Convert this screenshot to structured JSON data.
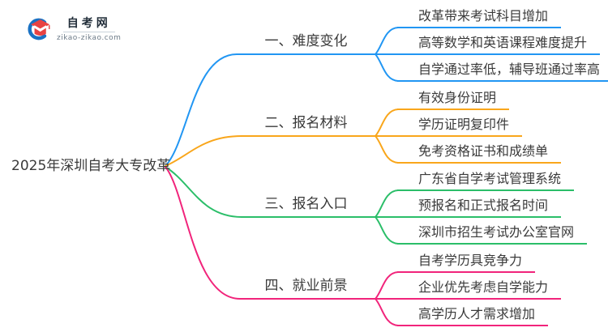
{
  "logo": {
    "title": "自考网",
    "domain": "zikao-zikao.com",
    "icon": "graduation-cap-with-blue-crescent",
    "colors": {
      "crescent_blue": "#1A72C4",
      "cap_red": "#E84343"
    }
  },
  "root": {
    "text": "2025年深圳自考大专改革"
  },
  "branch_colors": {
    "difficulty": "#2196F3",
    "materials": "#F9A61B",
    "entrance": "#2BBE69",
    "employment": "#F1247B"
  },
  "branches": [
    {
      "label": "一、难度变化",
      "color": "#2196F3",
      "leaves": [
        "改革带来考试科目增加",
        "高等数学和英语课程难度提升",
        "自学通过率低，辅导班通过率高"
      ]
    },
    {
      "label": "二、报名材料",
      "color": "#F9A61B",
      "leaves": [
        "有效身份证明",
        "学历证明复印件",
        "免考资格证书和成绩单"
      ]
    },
    {
      "label": "三、报名入口",
      "color": "#2BBE69",
      "leaves": [
        "广东省自学考试管理系统",
        "预报名和正式报名时间",
        "深圳市招生考试办公室官网"
      ]
    },
    {
      "label": "四、就业前景",
      "color": "#F1247B",
      "leaves": [
        "自考学历具竞争力",
        "企业优先考虑自学能力",
        "高学历人才需求增加"
      ]
    }
  ]
}
